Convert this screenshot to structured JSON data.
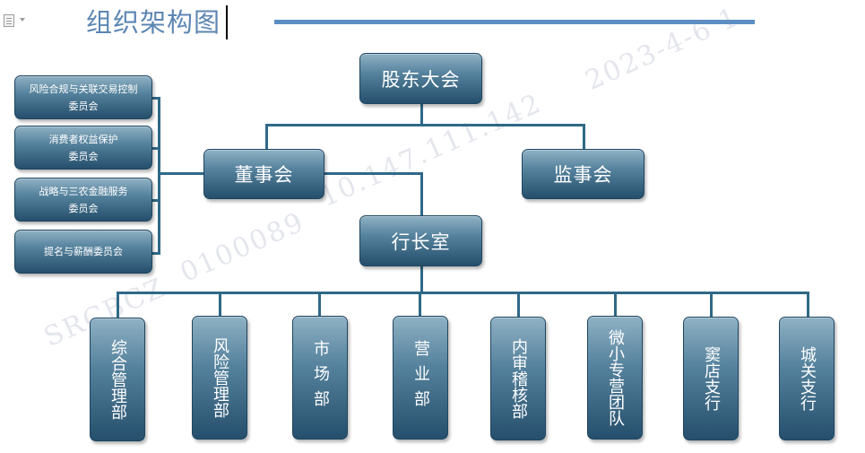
{
  "header": {
    "title": "组织架构图"
  },
  "watermark": {
    "date": "2023-4-6  1",
    "ip": "10.147.111.142",
    "code": "0100089",
    "org": "SRCBCZ"
  },
  "chart": {
    "shareholders": "股东大会",
    "board": "董事会",
    "supervisors": "监事会",
    "president_office": "行长室",
    "committees": [
      {
        "line1": "风险合规与关联交易控制",
        "line2": "委员会"
      },
      {
        "line1": "消费者权益保护",
        "line2": "委员会"
      },
      {
        "line1": "战略与三农金融服务",
        "line2": "委员会"
      },
      {
        "line1": "提名与薪酬委员会",
        "line2": ""
      }
    ],
    "departments": [
      "综合管理部",
      "风险管理部",
      "市场部",
      "营业部",
      "内审稽核部",
      "微小专营团队",
      "窦店支行",
      "城关支行"
    ]
  },
  "colors": {
    "box_top": "#8fb1c4",
    "box_bottom": "#254f6c",
    "connector": "#2f6987",
    "title": "#5c86b3",
    "title_rule": "#5b8fc4"
  }
}
